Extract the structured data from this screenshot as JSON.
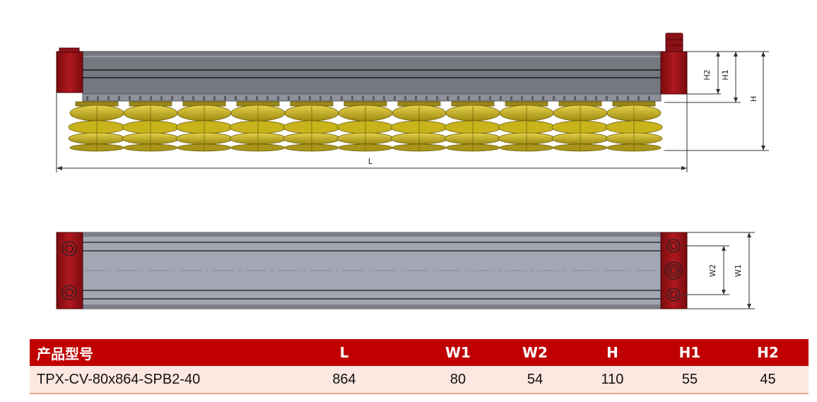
{
  "drawing": {
    "front_dimension_labels": [
      "H2",
      "H1",
      "H",
      "L"
    ],
    "top_dimension_labels": [
      "W2",
      "W1"
    ],
    "colors": {
      "end_block": "#9e1318",
      "profile": "#75787f",
      "top_profile": "#a3a6b3",
      "suction_cup": "#c9b31b"
    }
  },
  "spec_table": {
    "headers": [
      "产品型号",
      "L",
      "W1",
      "W2",
      "H",
      "H1",
      "H2"
    ],
    "rows": [
      [
        "TPX-CV-80x864-SPB2-40",
        "864",
        "80",
        "54",
        "110",
        "55",
        "45"
      ]
    ]
  }
}
